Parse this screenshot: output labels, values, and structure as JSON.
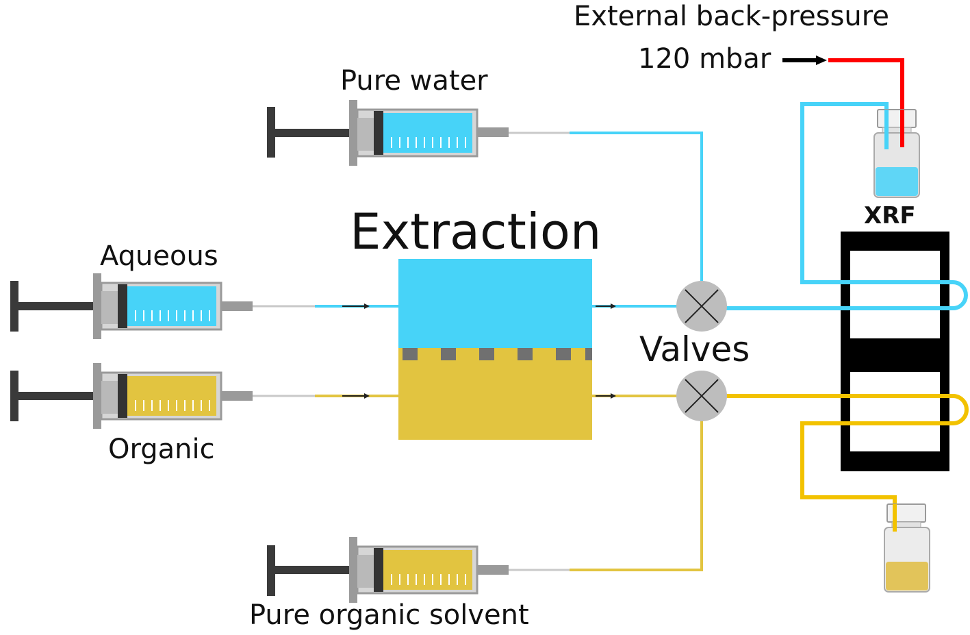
{
  "labels": {
    "back_pressure_title": "External back-pressure",
    "back_pressure_value": "120 mbar",
    "pure_water": "Pure water",
    "aqueous": "Aqueous",
    "organic": "Organic",
    "extraction": "Extraction",
    "valves": "Valves",
    "xrf": "XRF",
    "pure_organic_solvent": "Pure organic solvent"
  },
  "colors": {
    "aqueous": "#47d3f8",
    "organic": "#e2c440",
    "back_pressure_line": "#ff0000",
    "detector": "#000000",
    "valve": "#bdbdbd"
  }
}
